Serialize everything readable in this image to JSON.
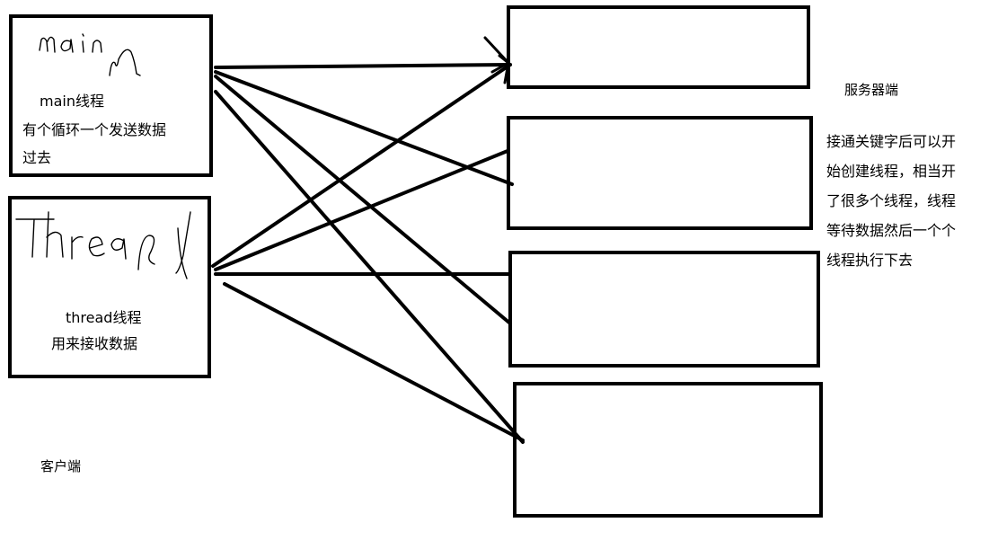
{
  "client": {
    "main_box": {
      "handwriting": "main",
      "title": "main线程",
      "description_lines": [
        "有个循环一个发送数据",
        "过去"
      ]
    },
    "thread_box": {
      "handwriting": "Thread",
      "title": "thread线程",
      "description": "用来接收数据"
    },
    "label": "客户端"
  },
  "server": {
    "label": "服务器端",
    "description_lines": [
      "接通关键字后可以开",
      "始创建线程，相当开",
      "了很多个线程，线程",
      "等待数据然后一个个",
      "线程执行下去"
    ],
    "box_count": 4
  },
  "colors": {
    "stroke": "#000000",
    "background": "#ffffff"
  }
}
